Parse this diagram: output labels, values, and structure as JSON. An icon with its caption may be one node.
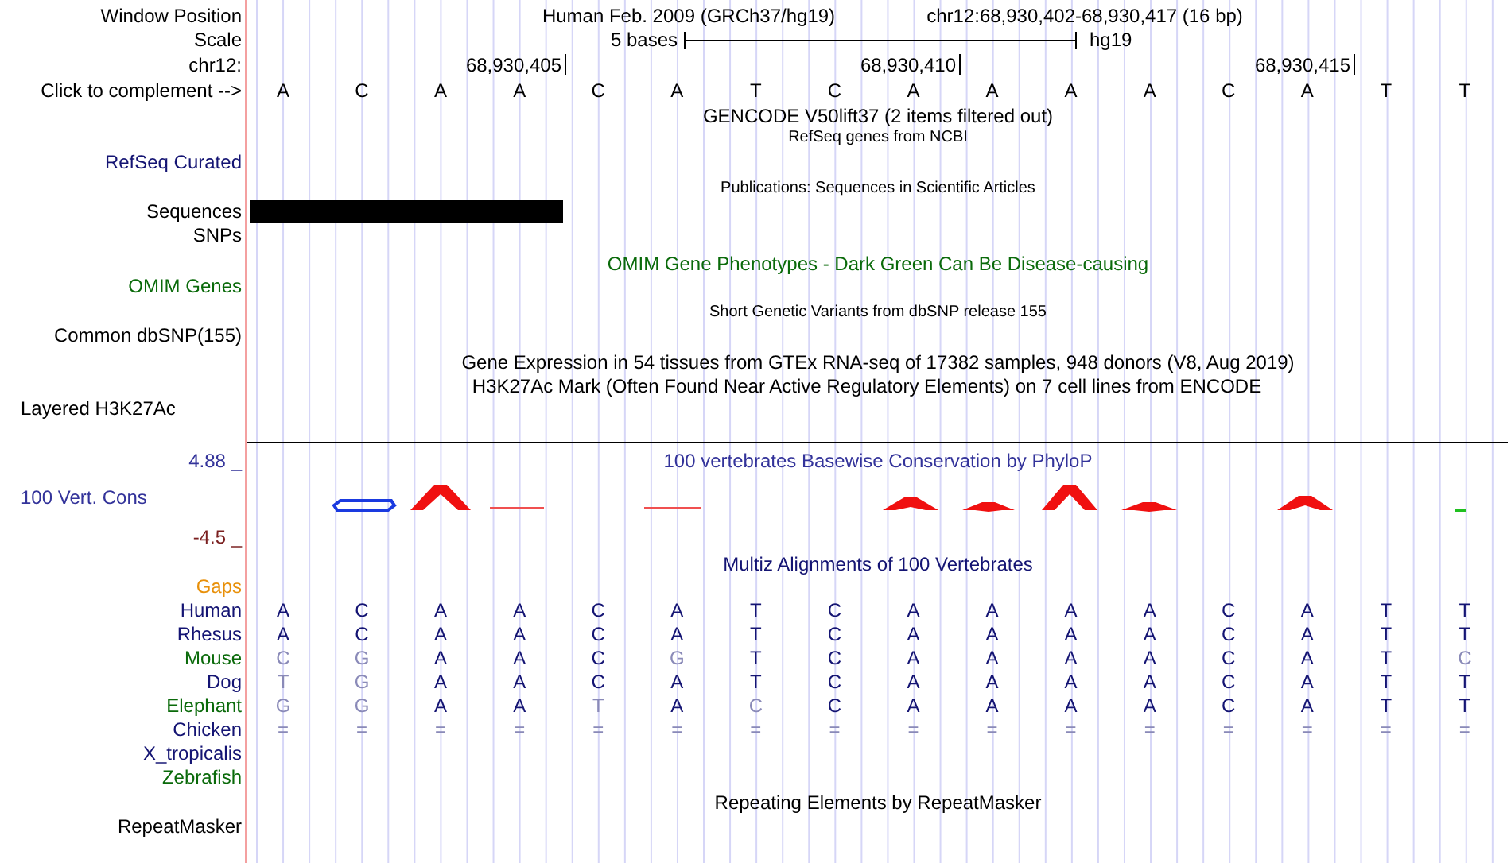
{
  "diagram": {
    "nodes": [
      {
        "text": [],
        "shape": "bar"
      }
    ],
    "labels": [
      "Window Position",
      "Human Feb. 2009 (GRCh37/hg19)",
      "chr12:68,930,402-68,930,417 (16 bp)",
      "Scale",
      "5 bases",
      "hg19",
      "chr12:",
      "68,930,405",
      "68,930,410",
      "68,930,415",
      "Click to complement -->",
      "A",
      "C",
      "A",
      "A",
      "C",
      "A",
      "T",
      "C",
      "A",
      "A",
      "A",
      "A",
      "C",
      "A",
      "T",
      "T",
      "GENCODE V50lift37 (2 items filtered out)",
      "RefSeq genes from NCBI",
      "RefSeq Curated",
      "Publications: Sequences in Scientific Articles",
      "Sequences",
      "SNPs",
      "OMIM Gene Phenotypes - Dark Green Can Be Disease-causing",
      "OMIM Genes",
      "Short Genetic Variants from dbSNP release 155",
      "Common dbSNP(155)",
      "Gene Expression in 54 tissues from GTEx RNA-seq of 17382 samples, 948 donors (V8, Aug 2019)",
      "H3K27Ac Mark (Often Found Near Active Regulatory Elements) on 7 cell lines from ENCODE",
      "Layered H3K27Ac",
      "4.88 _",
      "100 vertebrates Basewise Conservation by PhyloP",
      "100 Vert. Cons",
      "-4.5 _",
      "Multiz Alignments of 100 Vertebrates",
      "Gaps",
      "Human",
      "A",
      "C",
      "A",
      "A",
      "C",
      "A",
      "T",
      "C",
      "A",
      "A",
      "A",
      "A",
      "C",
      "A",
      "T",
      "T",
      "Rhesus",
      "A",
      "C",
      "A",
      "A",
      "C",
      "A",
      "T",
      "C",
      "A",
      "A",
      "A",
      "A",
      "C",
      "A",
      "T",
      "T",
      "Mouse",
      "C",
      "G",
      "A",
      "A",
      "C",
      "G",
      "T",
      "C",
      "A",
      "A",
      "A",
      "A",
      "C",
      "A",
      "T",
      "C",
      "Dog",
      "T",
      "G",
      "A",
      "A",
      "C",
      "A",
      "T",
      "C",
      "A",
      "A",
      "A",
      "A",
      "C",
      "A",
      "T",
      "T",
      "Elephant",
      "G",
      "G",
      "A",
      "A",
      "T",
      "A",
      "C",
      "C",
      "A",
      "A",
      "A",
      "A",
      "C",
      "A",
      "T",
      "T",
      "Chicken",
      "=",
      "=",
      "=",
      "=",
      "=",
      "=",
      "=",
      "=",
      "=",
      "=",
      "=",
      "=",
      "=",
      "=",
      "=",
      "=",
      "X_tropicalis",
      "Zebrafish",
      "Repeating Elements by RepeatMasker",
      "RepeatMasker"
    ]
  }
}
